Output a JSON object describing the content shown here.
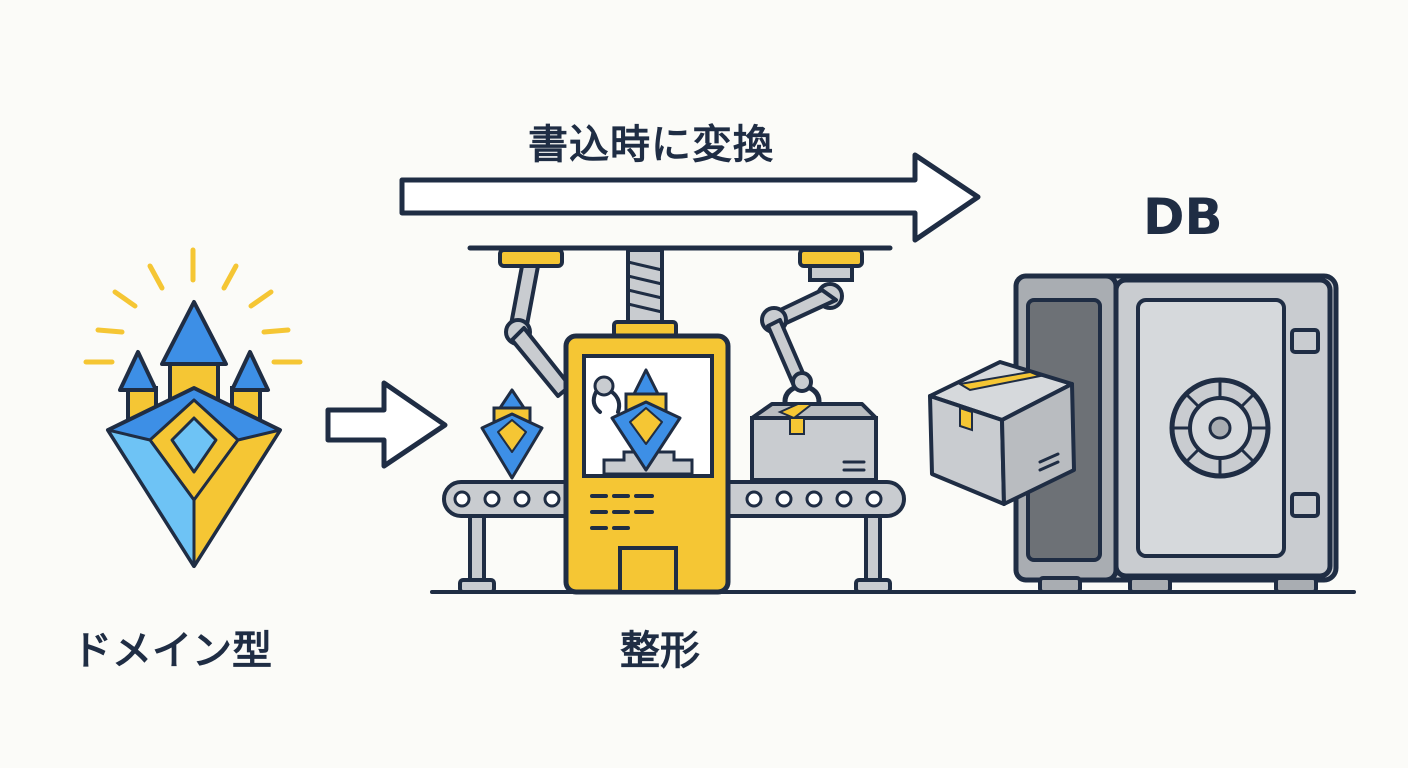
{
  "labels": {
    "write_transform": "書込時に変換",
    "db": "DB",
    "domain_type": "ドメイン型",
    "formatting": "整形"
  },
  "colors": {
    "navy": "#1f2d44",
    "yellow": "#f5c634",
    "blue": "#3d8fe6",
    "light_blue": "#6ec3f5",
    "gray": "#c9ccd0",
    "dark_gray": "#8d9196"
  },
  "icons": [
    "gem-castle-icon",
    "arrow-right-icon",
    "factory-machine-icon",
    "robot-arm-icon",
    "conveyor-belt-icon",
    "box-icon",
    "safe-icon"
  ]
}
